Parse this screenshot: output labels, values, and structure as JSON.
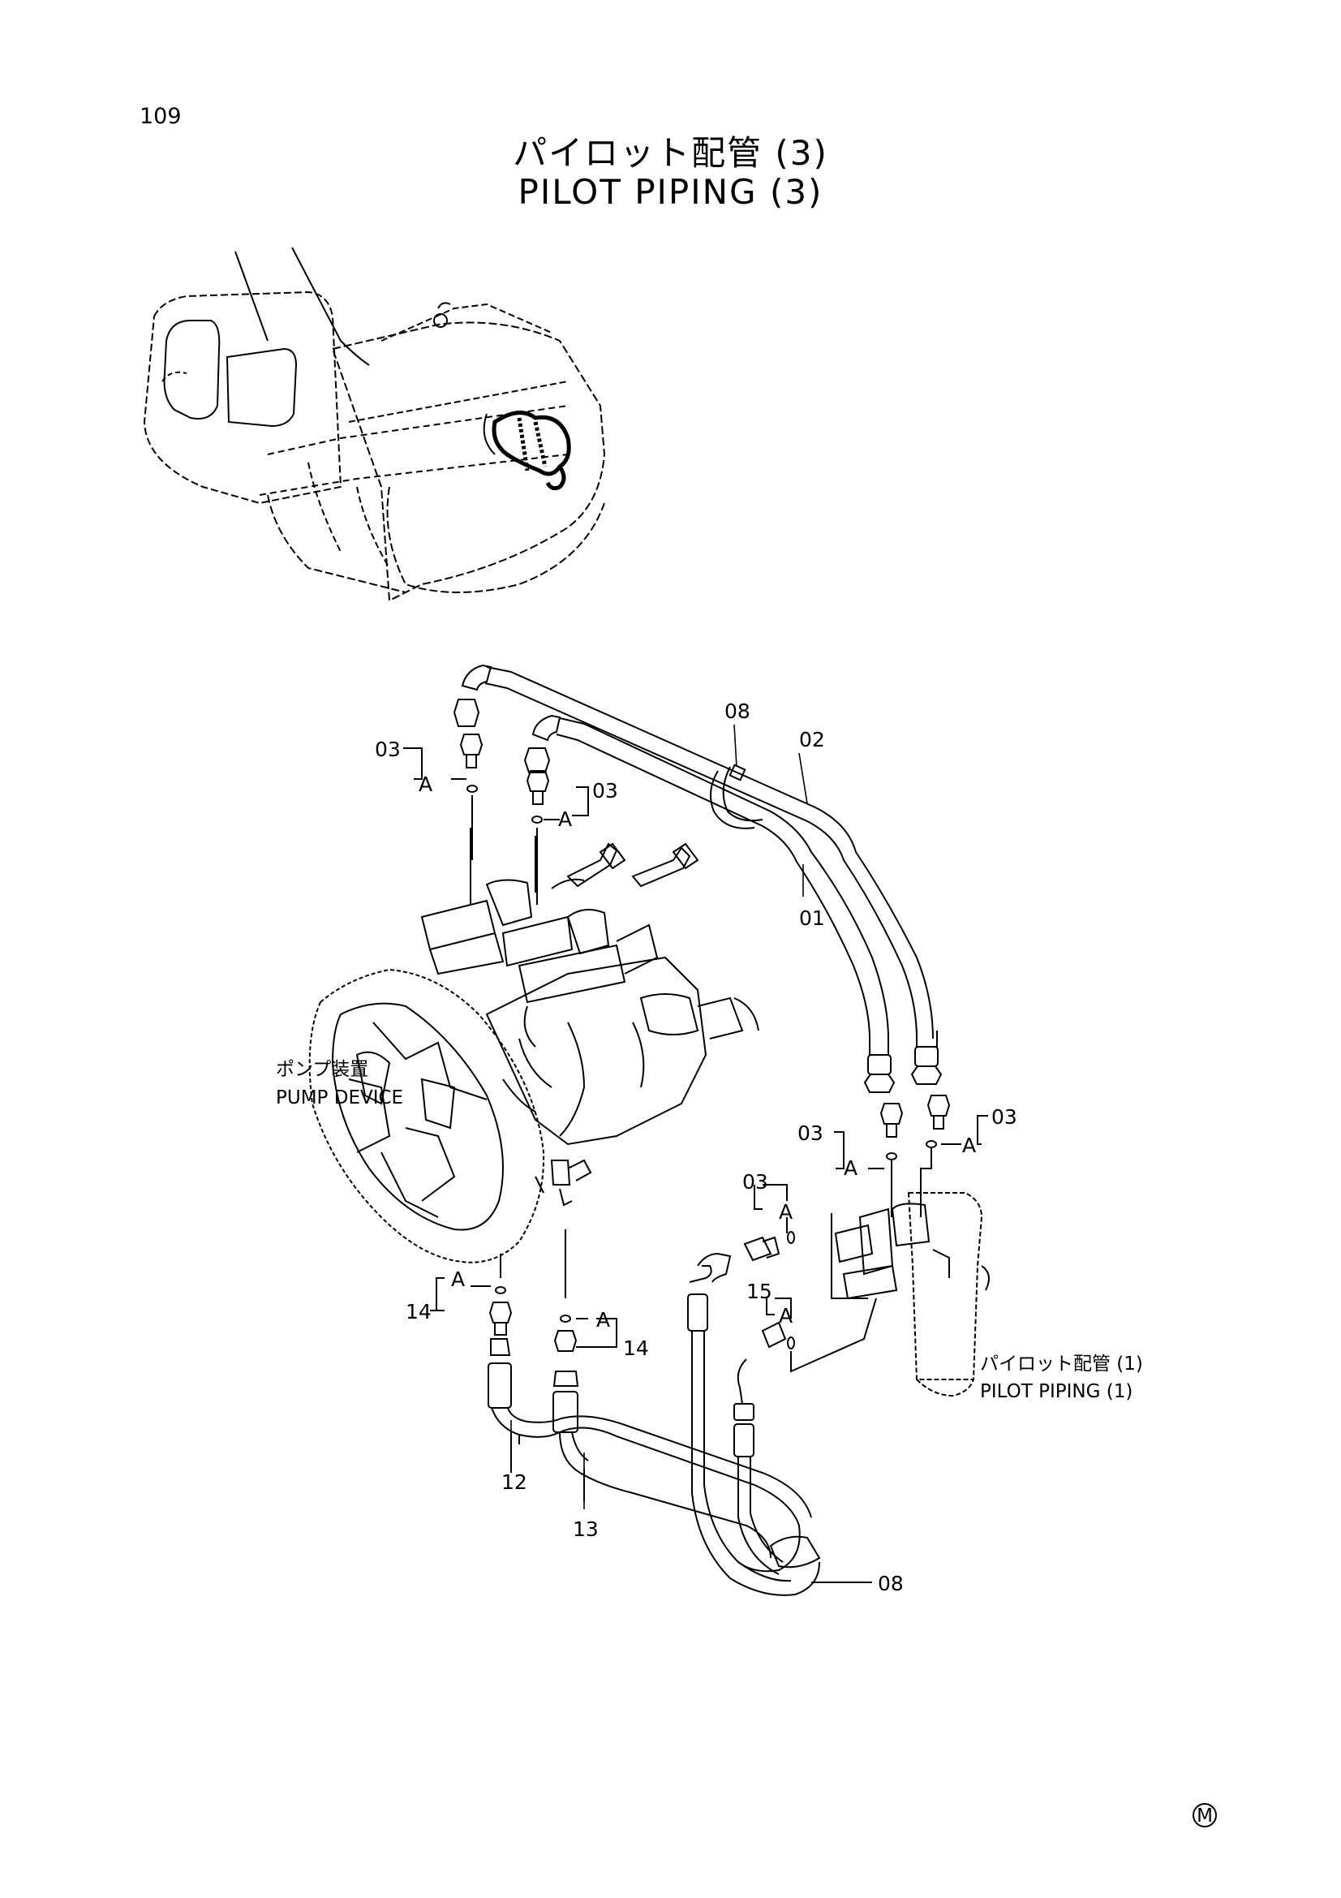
{
  "page_number": "109",
  "title_jp": "パイロット配管 (3)",
  "title_en": "PILOT PIPING (3)",
  "pump_device": {
    "jp": "ポンプ装置",
    "en": "PUMP DEVICE"
  },
  "pilot_piping_ref": {
    "jp": "パイロット配管 (1)",
    "en": "PILOT PIPING (1)"
  },
  "callouts": {
    "c08_top": "08",
    "c02": "02",
    "c01": "01",
    "c03_a": "03",
    "c03_b": "03",
    "c03_c": "03",
    "c03_d": "03",
    "c03_e": "03",
    "c14_a": "14",
    "c14_b": "14",
    "c15": "15",
    "c12": "12",
    "c13": "13",
    "c08_bottom": "08"
  },
  "detail_marks": {
    "a1": "A",
    "a2": "A",
    "a3": "A",
    "a4": "A",
    "a5": "A",
    "a6": "A",
    "a7": "A",
    "a8": "A"
  },
  "corner_mark": "M"
}
